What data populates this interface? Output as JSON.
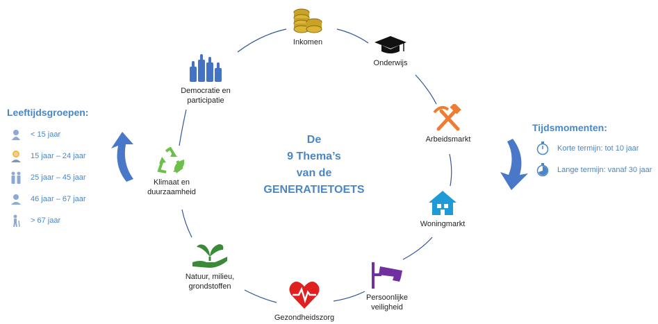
{
  "center": {
    "line1": "De",
    "line2": "9 Thema’s",
    "line3": "van de",
    "line4": "GENERATIETOETS"
  },
  "themes": {
    "inkomen": "Inkomen",
    "onderwijs": "Onderwijs",
    "arbeidsmarkt": "Arbeidsmarkt",
    "woningmarkt": "Woningmarkt",
    "veiligheid_1": "Persoonlijke",
    "veiligheid_2": "veiligheid",
    "gezondheid": "Gezondheidszorg",
    "natuur_1": "Natuur, milieu,",
    "natuur_2": "grondstoffen",
    "klimaat_1": "Klimaat en",
    "klimaat_2": "duurzaamheid",
    "democratie_1": "Democratie en",
    "democratie_2": "participatie"
  },
  "age_groups": {
    "title": "Leeftijdsgroepen:",
    "items": [
      "< 15 jaar",
      "15 jaar – 24 jaar",
      "25 jaar – 45 jaar",
      "46 jaar – 67 jaar",
      "> 67 jaar"
    ]
  },
  "time_moments": {
    "title": "Tijdsmomenten:",
    "items": [
      "Korte termijn: tot 10 jaar",
      "Lange termijn: vanaf 30 jaar"
    ]
  },
  "colors": {
    "accent_blue": "#4a86c5",
    "ring_line": "#2f5597",
    "coins": "#c9a227",
    "tools_orange": "#ed7d31",
    "house_blue": "#1e9bd7",
    "camera_purple": "#7030a0",
    "heart_red": "#e02020",
    "plant_green": "#3a8a3a",
    "recycle_green": "#6cbf4a",
    "hands_blue": "#4472c4"
  }
}
